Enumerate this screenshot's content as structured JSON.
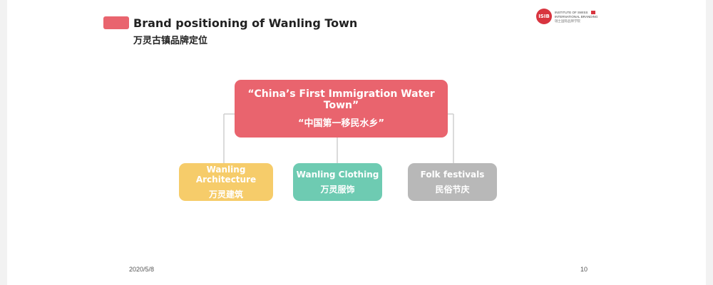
{
  "header": {
    "title_en": "Brand positioning of Wanling Town",
    "title_zh": "万灵古镇品牌定位",
    "marker_color": "#e9646e"
  },
  "logo": {
    "mark": "ISIB",
    "line1": "INSTITUTE OF SWISS",
    "line2": "INTERNATIONAL BRANDING",
    "line3": "瑞士国际品牌学院"
  },
  "diagram": {
    "root": {
      "label_en": "“China’s First Immigration Water Town”",
      "label_zh": "“中国第一移民水乡”",
      "color": "#e9646e"
    },
    "children": [
      {
        "label_en": "Wanling Architecture",
        "label_zh": "万灵建筑",
        "color": "#f6cc6a"
      },
      {
        "label_en": "Wanling  Clothing",
        "label_zh": "万灵服饰",
        "color": "#6ecbb2"
      },
      {
        "label_en": "Folk festivals",
        "label_zh": "民俗节庆",
        "color": "#b8b8b8"
      }
    ]
  },
  "footer": {
    "date": "2020/5/8",
    "page": "10"
  }
}
